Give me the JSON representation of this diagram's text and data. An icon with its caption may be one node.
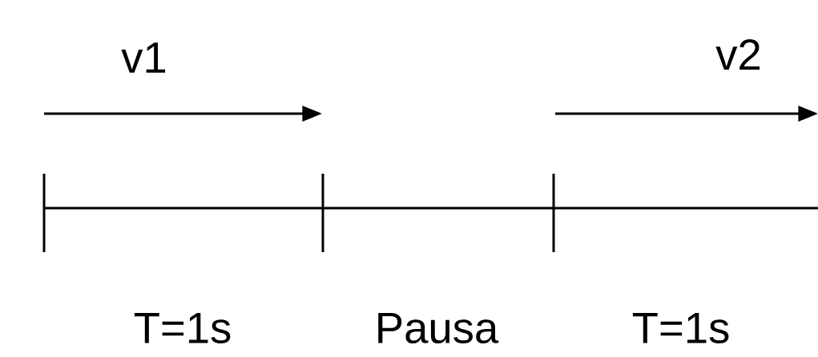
{
  "diagram": {
    "labels": [
      "v1",
      "v2",
      "T=1s",
      "Pausa",
      "T=1s"
    ]
  }
}
